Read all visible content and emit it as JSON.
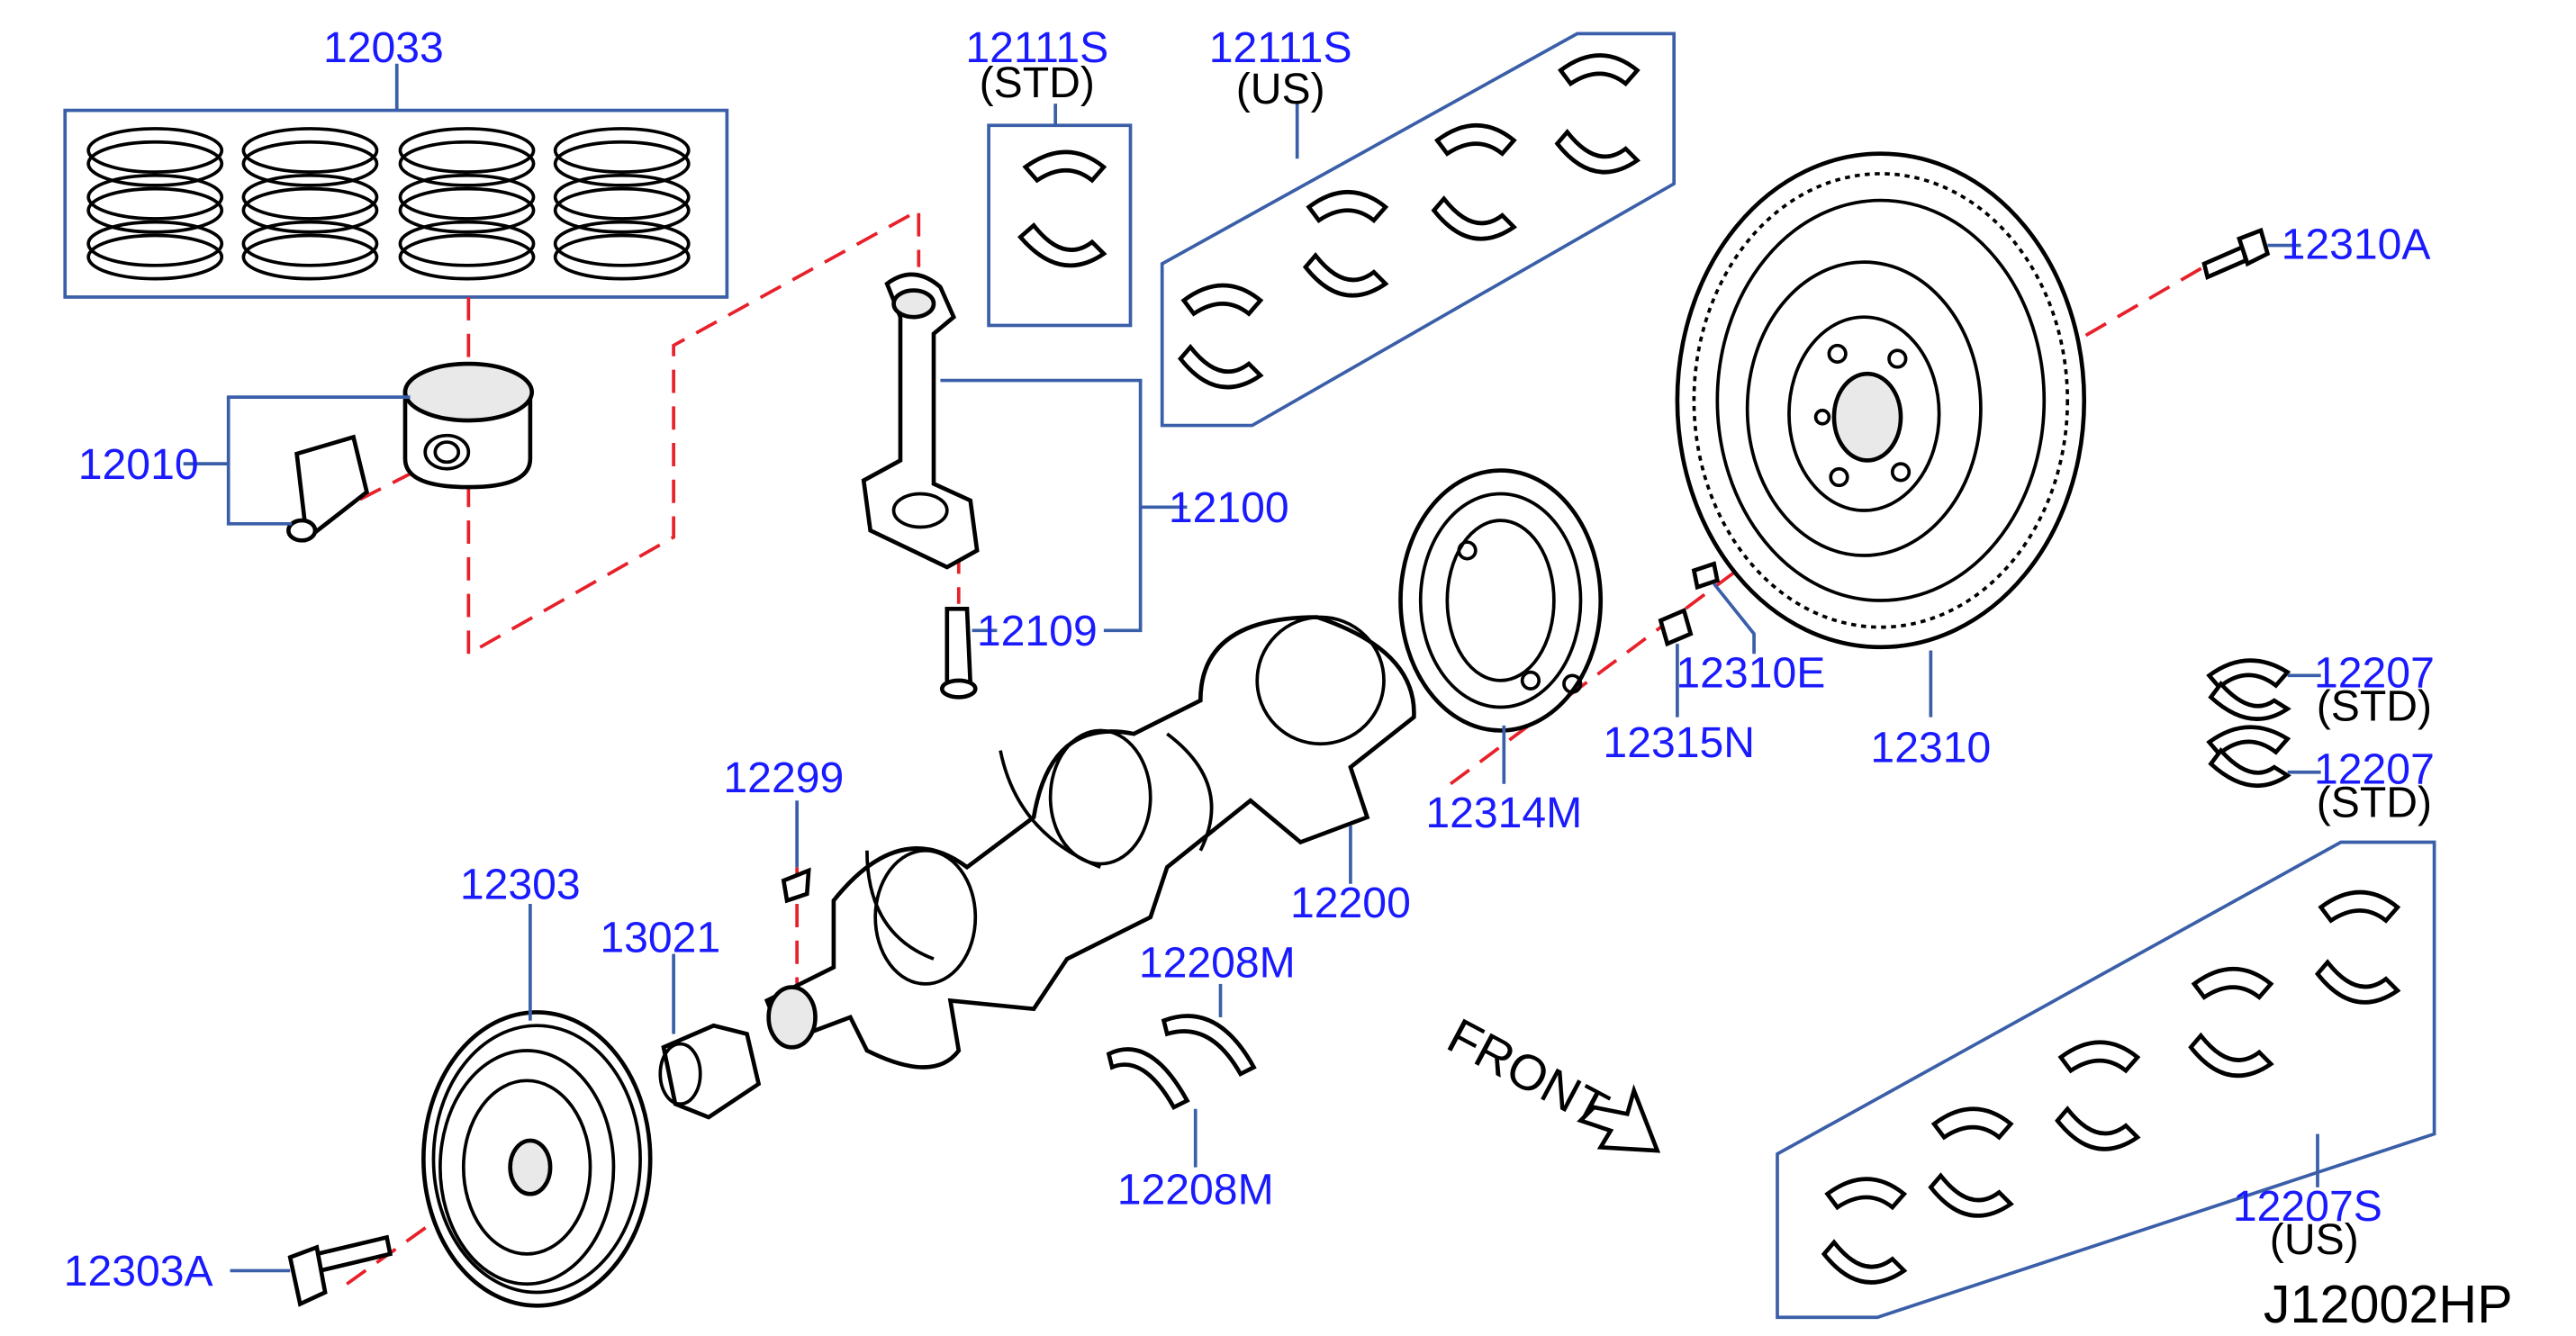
{
  "diagram_code": "J12002HP",
  "front_label": "FRONT",
  "callouts": {
    "rings": "12033",
    "piston": "12010",
    "bearing_std": "12111S",
    "bearing_std_note": "(STD)",
    "bearing_us": "12111S",
    "bearing_us_note": "(US)",
    "conrod": "12100",
    "conrod_bolt": "12109",
    "flywheel_bolt": "12310A",
    "dowel": "12310E",
    "bolt_315": "12315N",
    "flywheel": "12310",
    "signal_plate": "12314M",
    "crankshaft": "12200",
    "key": "12299",
    "pulley": "12303",
    "sprocket": "13021",
    "pulley_bolt": "12303A",
    "thrust_upper": "12208M",
    "thrust_lower": "12208M",
    "main_bearing_a": "12207",
    "main_bearing_a_note": "(STD)",
    "main_bearing_b": "12207",
    "main_bearing_b_note": "(STD)",
    "main_bearing_us": "12207S",
    "main_bearing_us_note": "(US)"
  },
  "colors": {
    "label": "#1a1aff",
    "box": "#3a5fa8",
    "center_line": "#e8202a",
    "outline": "#000000"
  }
}
